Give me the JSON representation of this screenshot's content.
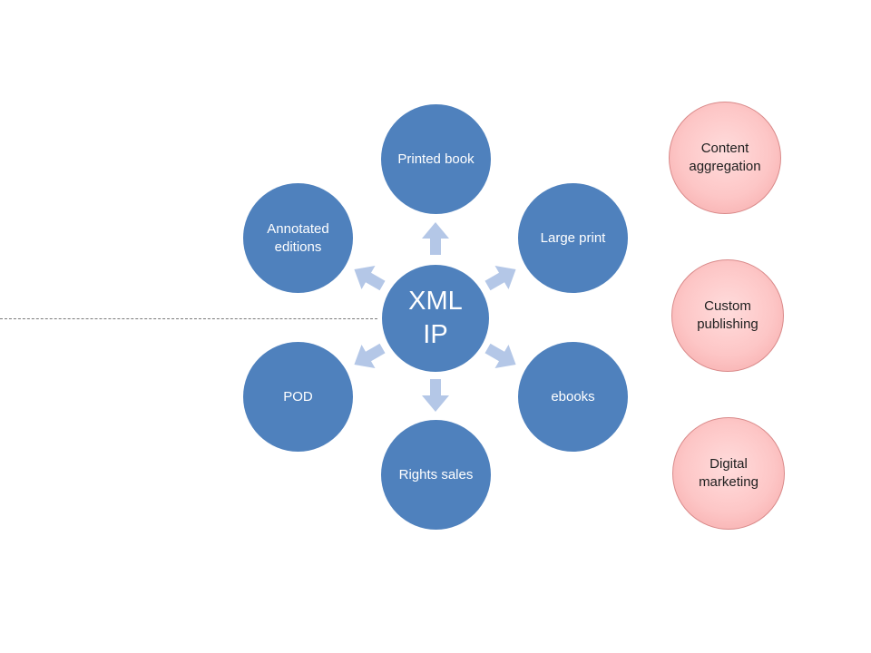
{
  "diagram": {
    "center": {
      "label": "XML IP"
    },
    "outputs": [
      {
        "id": "printed-book",
        "label": "Printed book"
      },
      {
        "id": "large-print",
        "label": "Large print"
      },
      {
        "id": "ebooks",
        "label": "ebooks"
      },
      {
        "id": "rights-sales",
        "label": "Rights sales"
      },
      {
        "id": "pod",
        "label": "POD"
      },
      {
        "id": "annotated-editions",
        "label": "Annotated editions"
      }
    ],
    "side": [
      {
        "id": "content-aggregation",
        "label": "Content aggregation"
      },
      {
        "id": "custom-publishing",
        "label": "Custom publishing"
      },
      {
        "id": "digital-marketing",
        "label": "Digital marketing"
      }
    ]
  },
  "colors": {
    "node_blue": "#4f81bd",
    "arrow_light_blue": "#b4c7e7",
    "side_pink": "#fdc6c6"
  }
}
